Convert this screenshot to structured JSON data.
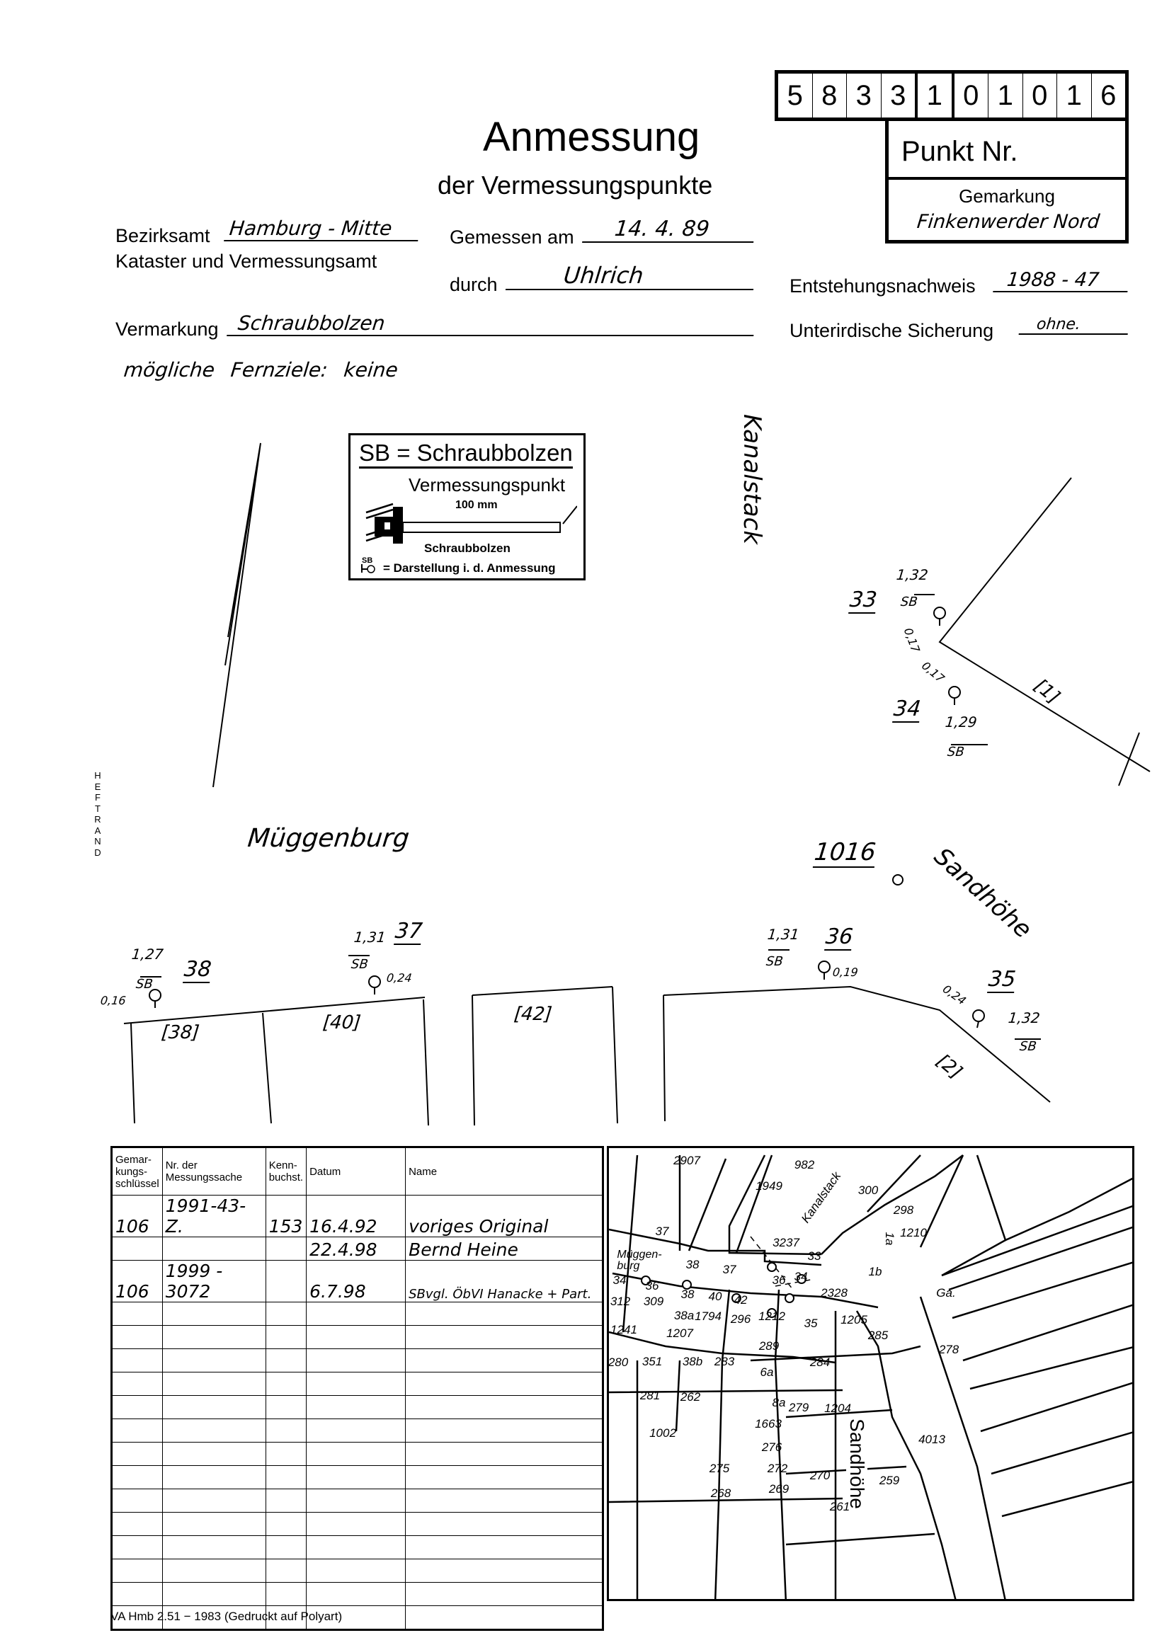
{
  "point_number_digits": [
    "5",
    "8",
    "3",
    "3",
    "1",
    "0",
    "1",
    "0",
    "1",
    "6"
  ],
  "point_box": {
    "label": "Punkt Nr.",
    "gemarkung_label": "Gemarkung",
    "gemarkung_value": "Finkenwerder Nord"
  },
  "title": "Anmessung",
  "subtitle": "der Vermessungspunkte",
  "form": {
    "bezirksamt_label": "Bezirksamt",
    "bezirksamt_value": "Hamburg - Mitte",
    "kataster_label": "Kataster und Vermessungsamt",
    "gemessen_label": "Gemessen am",
    "gemessen_value": "14. 4. 89",
    "durch_label": "durch",
    "durch_value": "Uhlrich",
    "entstehung_label": "Entstehungsnachweis",
    "entstehung_value": "1988 - 47",
    "vermarkung_label": "Vermarkung",
    "vermarkung_value": "Schraubbolzen",
    "sicherung_label": "Unterirdische Sicherung",
    "sicherung_value": "ohne.",
    "fernziele_note": "mögliche Fernziele: keine"
  },
  "legend": {
    "title": "SB = Schraubbolzen",
    "point_label": "Vermessungspunkt",
    "length": "100 mm",
    "bolt_label": "Schraubbolzen",
    "symbol_sb": "SB",
    "symbol_desc": "= Darstellung i. d. Anmessung"
  },
  "margin_label": [
    "H",
    "E",
    "F",
    "T",
    "R",
    "A",
    "N",
    "D"
  ],
  "sketch": {
    "street_kanalstack": "Kanalstack",
    "street_mueggenburg": "Müggenburg",
    "street_sandhoehe": "Sandhöhe",
    "center_point": "1016",
    "points": [
      {
        "nr": "33",
        "height": "1,32",
        "type": "SB"
      },
      {
        "nr": "34",
        "height": "1,29",
        "type": "SB"
      },
      {
        "nr": "38",
        "height": "1,27",
        "type": "SB"
      },
      {
        "nr": "37",
        "height": "1,31",
        "type": "SB"
      },
      {
        "nr": "36",
        "height": "1,31",
        "type": "SB"
      },
      {
        "nr": "35",
        "height": "1,32",
        "type": "SB"
      }
    ],
    "offsets": {
      "p33": "0,17",
      "p34": "0,17",
      "p38": "0,16",
      "p37": "0,24",
      "p36": "0,19",
      "p35": "0,24"
    },
    "buildings": [
      "[38]",
      "[40]",
      "[42]",
      "[2]",
      "[1]"
    ]
  },
  "table": {
    "headers": [
      "Gemar-\nkungs-\nschlüssel",
      "Nr. der\nMessungssache",
      "Kenn-\nbuchst.",
      "Datum",
      "Name"
    ],
    "rows": [
      [
        "106",
        "1991-43-Z.",
        "153",
        "16.4.92",
        "voriges Original"
      ],
      [
        "",
        "",
        "",
        "22.4.98",
        "Bernd Heine"
      ],
      [
        "106",
        "1999 - 3072",
        "",
        "6.7.98",
        "SBvgl. ÖbVI Hanacke + Part."
      ]
    ],
    "empty_rows": 14
  },
  "map_labels": [
    "2907",
    "982",
    "1949",
    "300",
    "Kanalstack",
    "298",
    "1210",
    "1a",
    "3237",
    "37",
    "Müggen-\nburg",
    "33",
    "38",
    "37",
    "1b",
    "36",
    "34",
    "34",
    "36",
    "312",
    "309",
    "38",
    "40",
    "42",
    "2328",
    "Ga.",
    "38a",
    "1794",
    "296",
    "1212",
    "1207",
    "1241",
    "35",
    "1205",
    "285",
    "289",
    "278",
    "280",
    "351",
    "38b",
    "283",
    "284",
    "6a",
    "281",
    "262",
    "279",
    "8a",
    "1204",
    "1663",
    "Sandhöhe",
    "4013",
    "1002",
    "276",
    "275",
    "272",
    "270",
    "259",
    "268",
    "269",
    "261"
  ],
  "footer": "VA Hmb 2.51 − 1983 (Gedruckt auf Polyart)"
}
